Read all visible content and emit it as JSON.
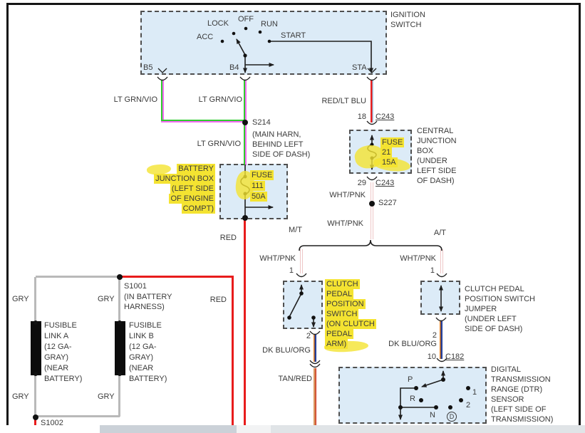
{
  "ignition": {
    "title": "IGNITION\nSWITCH",
    "positions": {
      "acc": "ACC",
      "lock": "LOCK",
      "off": "OFF",
      "run": "RUN",
      "start": "START"
    },
    "terminals": {
      "b5": "B5",
      "b4": "B4",
      "sta": "STA"
    }
  },
  "wire_labels": {
    "lt_grn_vio": "LT GRN/VIO",
    "red_lt_blu": "RED/LT BLU",
    "red": "RED",
    "wht_pnk": "WHT/PNK",
    "dk_blu_org": "DK BLU/ORG",
    "tan_red": "TAN/RED",
    "gry": "GRY"
  },
  "splices": {
    "s214": "S214",
    "s214_note": "(MAIN HARN,\nBEHIND LEFT\nSIDE OF DASH)",
    "s227": "S227",
    "s1001": "S1001",
    "s1001_note": "(IN BATTERY\nHARNESS)",
    "s1002": "S1002"
  },
  "battery_box": {
    "label_lines": [
      "BATTERY",
      "JUNCTION BOX",
      "(LEFT SIDE",
      "OF ENGINE",
      "COMPT)"
    ],
    "fuse_lines": [
      "FUSE",
      "111",
      "50A"
    ]
  },
  "central_box": {
    "pin_top": "18",
    "pin_bottom": "29",
    "connector": "C243",
    "fuse_lines": [
      "FUSE",
      "21",
      "15A"
    ],
    "label": "CENTRAL\nJUNCTION\nBOX\n(UNDER\nLEFT SIDE\nOF DASH)"
  },
  "branch": {
    "mt": "M/T",
    "at": "A/T"
  },
  "clutch_switch": {
    "pin1": "1",
    "pin2": "2",
    "label_lines": [
      "CLUTCH",
      "PEDAL",
      "POSITION",
      "SWITCH",
      "(ON CLUTCH",
      "PEDAL",
      "ARM)"
    ]
  },
  "jumper": {
    "pin1": "1",
    "pin2": "2",
    "label": "CLUTCH PEDAL\nPOSITION SWITCH\nJUMPER\n(UNDER LEFT\nSIDE OF DASH)"
  },
  "dtr": {
    "pin": "10",
    "connector": "C182",
    "label": "DIGITAL\nTRANSMISSION\nRANGE (DTR)\nSENSOR\n(LEFT SIDE OF\nTRANSMISSION)",
    "positions": {
      "p": "P",
      "r": "R",
      "n": "N",
      "d": "D",
      "one": "1",
      "two": "2"
    }
  },
  "fusible_links": {
    "a": "FUSIBLE\nLINK A\n(12 GA-\nGRAY)\n(NEAR\nBATTERY)",
    "b": "FUSIBLE\nLINK B\n(12 GA-\nGRAY)\n(NEAR\nBATTERY)"
  },
  "colors": {
    "lt_grn": "#2ecc2e",
    "violet": "#f36cf3",
    "red": "#e81c1c",
    "lt_blu": "#9fd0ee",
    "pink": "#eec6c6",
    "navy": "#24409a",
    "orange": "#e8821e",
    "tan": "#d9955e",
    "gray": "#b9b9b9",
    "highlight": "#f4e331",
    "box_fill": "#dcebf7"
  }
}
